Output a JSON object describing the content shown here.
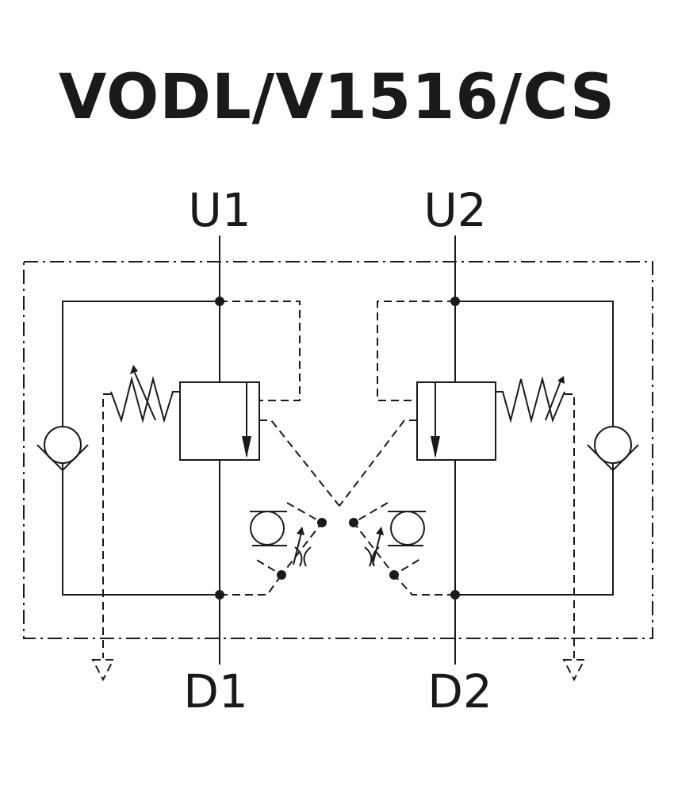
{
  "title": "VODL/V1516/CS",
  "ports": {
    "u1": "U1",
    "u2": "U2",
    "d1": "D1",
    "d2": "D2"
  },
  "colors": {
    "ink": "#1a1a1a",
    "background": "#ffffff"
  }
}
